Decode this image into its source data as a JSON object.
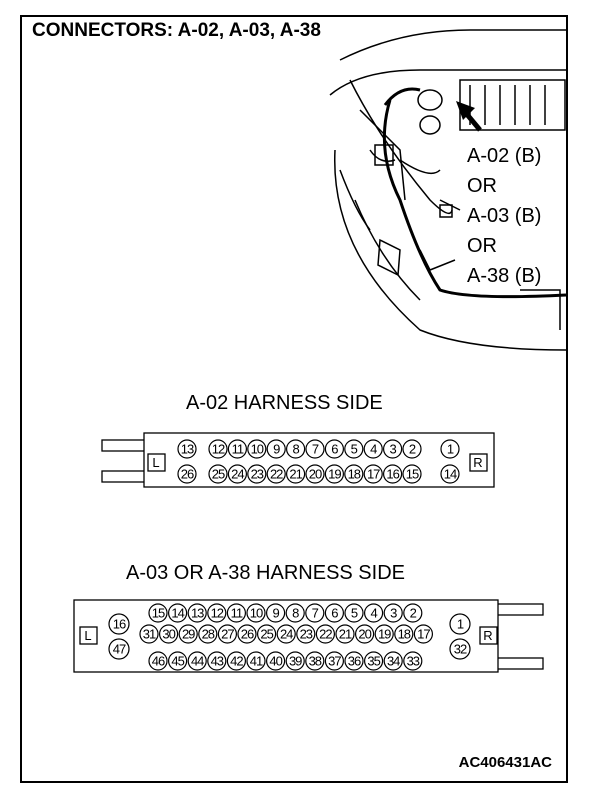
{
  "title": "CONNECTORS: A-02, A-03, A-38",
  "location_labels": [
    "A-02 (B)",
    "OR",
    "A-03 (B)",
    "OR",
    "A-38 (B)"
  ],
  "connector_a02": {
    "heading": "A-02 HARNESS SIDE",
    "left_mark": "L",
    "right_mark": "R",
    "row1": [
      "13",
      "12",
      "11",
      "10",
      "9",
      "8",
      "7",
      "6",
      "5",
      "4",
      "3",
      "2",
      "1"
    ],
    "row2": [
      "26",
      "25",
      "24",
      "23",
      "22",
      "21",
      "20",
      "19",
      "18",
      "17",
      "16",
      "15",
      "14"
    ]
  },
  "connector_a03": {
    "heading": "A-03 OR A-38 HARNESS SIDE",
    "left_mark": "L",
    "right_mark": "R",
    "row1": [
      "15",
      "14",
      "13",
      "12",
      "11",
      "10",
      "9",
      "8",
      "7",
      "6",
      "5",
      "4",
      "3",
      "2"
    ],
    "row2": [
      "31",
      "30",
      "29",
      "28",
      "27",
      "26",
      "25",
      "24",
      "23",
      "22",
      "21",
      "20",
      "19",
      "18",
      "17"
    ],
    "row3": [
      "46",
      "45",
      "44",
      "43",
      "42",
      "41",
      "40",
      "39",
      "38",
      "37",
      "36",
      "35",
      "34",
      "33"
    ],
    "left_pins": [
      "16",
      "47"
    ],
    "right_pins": [
      "1",
      "32"
    ]
  },
  "figure_code": "AC406431AC"
}
